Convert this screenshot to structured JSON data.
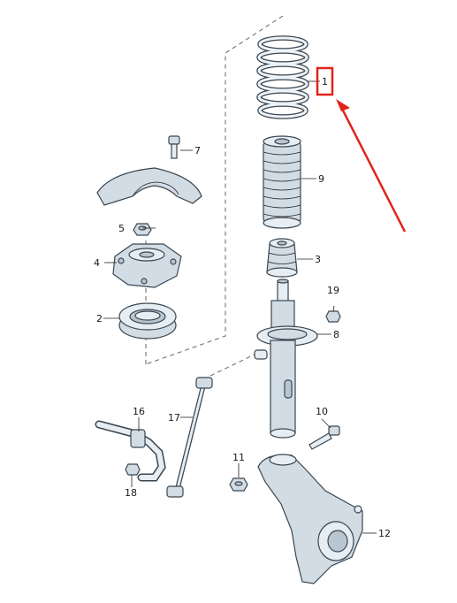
{
  "labels": {
    "p1": "1",
    "p2": "2",
    "p3": "3",
    "p4": "4",
    "p5": "5",
    "p7": "7",
    "p8": "8",
    "p9": "9",
    "p10": "10",
    "p11": "11",
    "p12": "12",
    "p16": "16",
    "p17": "17",
    "p18": "18",
    "p19": "19"
  },
  "colors": {
    "highlight": "#e2231a",
    "line": "#3a4650",
    "part_fill": "#e6edf3"
  }
}
